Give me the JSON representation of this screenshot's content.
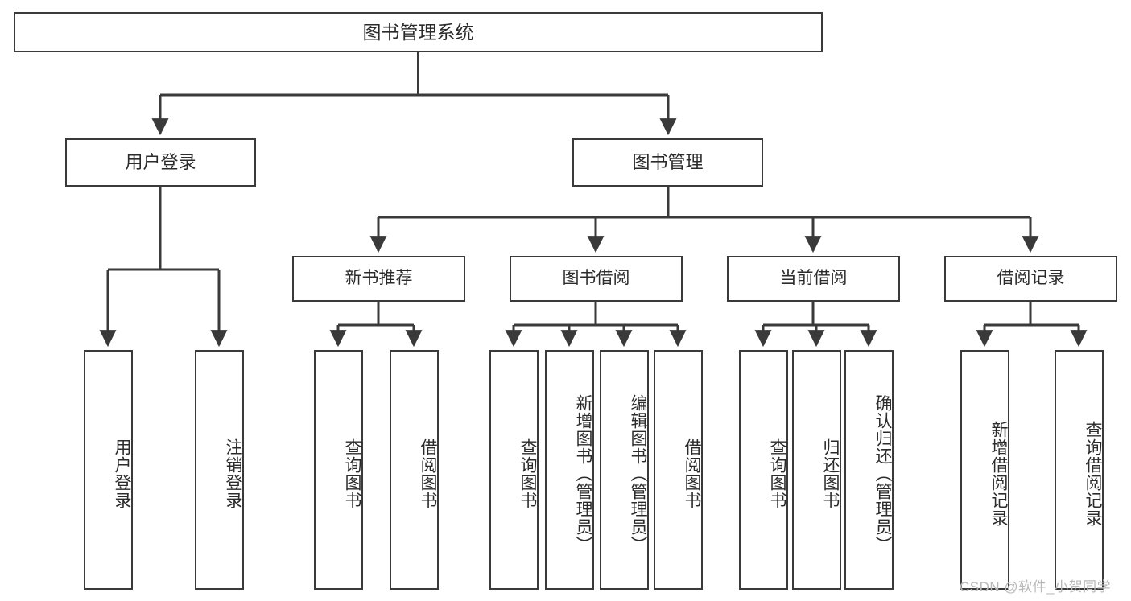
{
  "diagram": {
    "type": "tree-hierarchy-chart",
    "title": "图书管理系统",
    "colors": {
      "box_border": "#3a3a3a",
      "box_fill": "#ffffff",
      "edge": "#3a3a3a",
      "text": "#2b2b2b",
      "watermark": "#b9b9b9",
      "background": "#ffffff"
    },
    "nodes": {
      "root": {
        "label": "图书管理系统"
      },
      "level1": [
        {
          "id": "user-login",
          "label": "用户登录"
        },
        {
          "id": "book-management",
          "label": "图书管理"
        }
      ],
      "level2": [
        {
          "id": "new-book-recommend",
          "label": "新书推荐"
        },
        {
          "id": "book-borrow",
          "label": "图书借阅"
        },
        {
          "id": "current-borrow",
          "label": "当前借阅"
        },
        {
          "id": "borrow-record",
          "label": "借阅记录"
        }
      ],
      "leaves": [
        {
          "id": "leaf-user-login",
          "label": "用户登录",
          "parent": "user-login"
        },
        {
          "id": "leaf-logout-login",
          "label": "注销登录",
          "parent": "user-login"
        },
        {
          "id": "leaf-query-book-1",
          "label": "查询图书",
          "parent": "new-book-recommend"
        },
        {
          "id": "leaf-borrow-book-1",
          "label": "借阅图书",
          "parent": "new-book-recommend"
        },
        {
          "id": "leaf-query-book-2",
          "label": "查询图书",
          "parent": "book-borrow"
        },
        {
          "id": "leaf-add-book",
          "label": "新增图书（管理员）",
          "parent": "book-borrow"
        },
        {
          "id": "leaf-edit-book",
          "label": "编辑图书（管理员）",
          "parent": "book-borrow"
        },
        {
          "id": "leaf-borrow-book-2",
          "label": "借阅图书",
          "parent": "book-borrow"
        },
        {
          "id": "leaf-query-book-3",
          "label": "查询图书",
          "parent": "current-borrow"
        },
        {
          "id": "leaf-return-book",
          "label": "归还图书",
          "parent": "current-borrow"
        },
        {
          "id": "leaf-confirm-return",
          "label": "确认归还（管理员）",
          "parent": "current-borrow"
        },
        {
          "id": "leaf-add-record",
          "label": "新增借阅记录",
          "parent": "borrow-record"
        },
        {
          "id": "leaf-query-record",
          "label": "查询借阅记录",
          "parent": "borrow-record"
        }
      ]
    },
    "watermark": "CSDN @软件_小贺同学"
  }
}
